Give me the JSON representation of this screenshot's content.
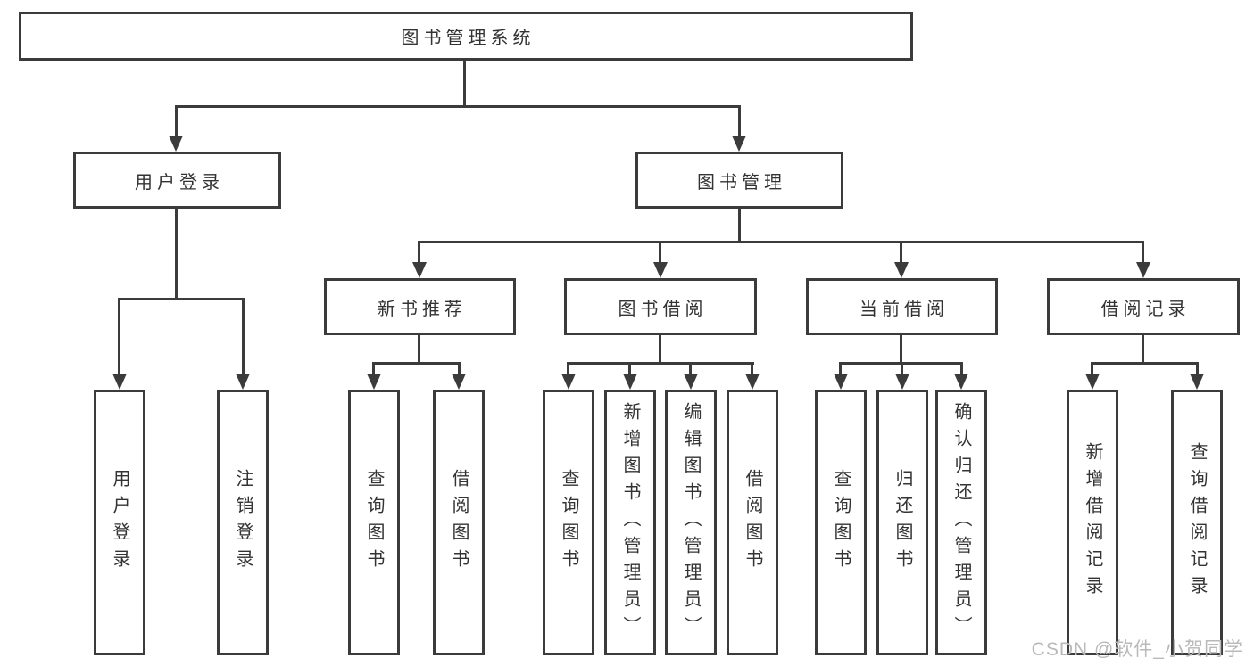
{
  "diagram": {
    "title": "图书管理系统",
    "level2": [
      {
        "label": "用户登录"
      },
      {
        "label": "图书管理"
      }
    ],
    "level3": [
      {
        "label": "新书推荐",
        "parent": "图书管理"
      },
      {
        "label": "图书借阅",
        "parent": "图书管理"
      },
      {
        "label": "当前借阅",
        "parent": "图书管理"
      },
      {
        "label": "借阅记录",
        "parent": "图书管理"
      }
    ],
    "leaves": [
      {
        "label": "用户登录",
        "parent": "用户登录"
      },
      {
        "label": "注销登录",
        "parent": "用户登录"
      },
      {
        "label": "查询图书",
        "parent": "新书推荐"
      },
      {
        "label": "借阅图书",
        "parent": "新书推荐"
      },
      {
        "label": "查询图书",
        "parent": "图书借阅"
      },
      {
        "label": "新增图书（管理员）",
        "parent": "图书借阅"
      },
      {
        "label": "编辑图书（管理员）",
        "parent": "图书借阅"
      },
      {
        "label": "借阅图书",
        "parent": "图书借阅"
      },
      {
        "label": "查询图书",
        "parent": "当前借阅"
      },
      {
        "label": "归还图书",
        "parent": "当前借阅"
      },
      {
        "label": "确认归还（管理员）",
        "parent": "当前借阅"
      },
      {
        "label": "新增借阅记录",
        "parent": "借阅记录"
      },
      {
        "label": "查询借阅记录",
        "parent": "借阅记录"
      }
    ]
  },
  "watermark": "CSDN @软件_小贺同学",
  "colors": {
    "line": "#3b3b3b",
    "text": "#333333",
    "watermark": "#b9b9b9"
  }
}
